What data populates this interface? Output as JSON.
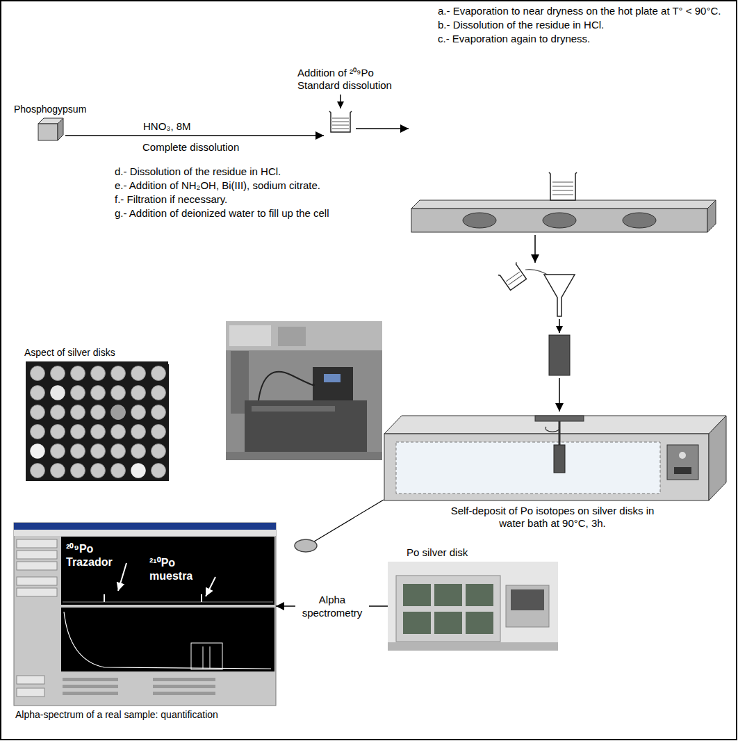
{
  "diagram": {
    "nodes": [
      {
        "text": [
          "Phosphogypsum"
        ]
      },
      {
        "text": [
          "Addition of ²⁰⁹Po Standard dissolution"
        ]
      },
      {
        "text": [
          "a.- Evaporation to near dryness on the hot plate at T° < 90°C.",
          "b.- Dissolution of the residue in HCl.",
          "c.- Evaporation again to dryness."
        ]
      },
      {
        "text": [
          "d.- Dissolution of the residue in HCl.",
          "e.- Addition of NH₂OH, Bi(III), sodium citrate.",
          "f.- Filtration if necessary.",
          "g.- Addition of deionized water to fill up the cell"
        ]
      },
      {
        "text": [
          "Aspect of silver disks"
        ]
      },
      {
        "text": [
          "Self-deposit of Po isotopes on silver disks in water bath at 90°C, 3h."
        ]
      },
      {
        "text": [
          "Po silver disk"
        ]
      },
      {
        "text": [
          "Alpha-spectrum of a real sample: quantification"
        ]
      }
    ],
    "edges": [
      {
        "from": 0,
        "to": 1,
        "arrow": "to",
        "label": "HNO₃, 8M"
      },
      {
        "from": 1,
        "to": 2,
        "arrow": "to"
      },
      {
        "from": 2,
        "to": 3,
        "arrow": "to"
      },
      {
        "from": 3,
        "to": 5,
        "arrow": "to"
      },
      {
        "from": 6,
        "to": 7,
        "arrow": "to",
        "label": "Alpha spectrometry"
      }
    ],
    "labels": [
      "Complete dissolution",
      "²⁰⁹Po Trazador",
      "²¹⁰Po muestra"
    ]
  }
}
